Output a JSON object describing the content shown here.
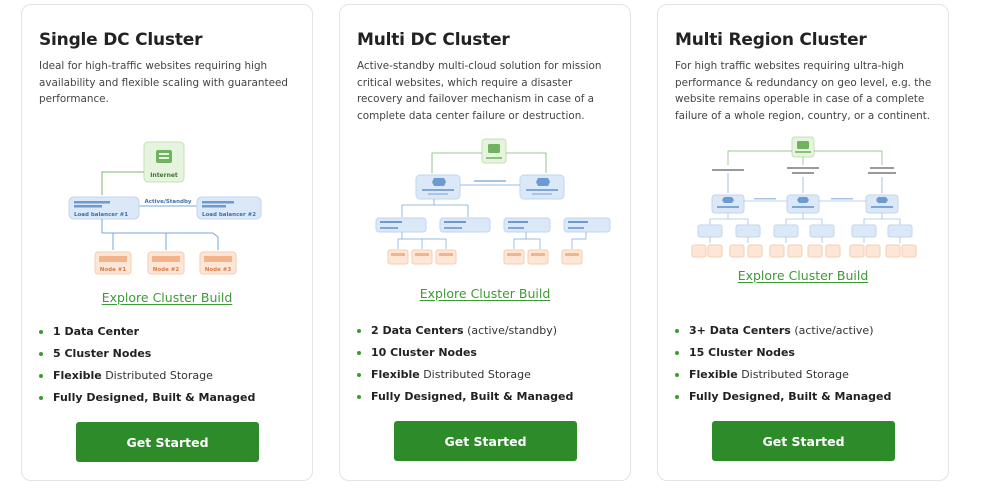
{
  "cards": [
    {
      "title": "Single DC Cluster",
      "description": "Ideal for high-traffic websites requiring high availability and flexible scaling with guaranteed performance.",
      "link": "Explore Cluster Build",
      "diagram": {
        "internet": "Internet",
        "mode": "Active/Standby",
        "lb1": "Load balancer #1",
        "lb2": "Load balancer #2",
        "nodes": [
          "Node #1",
          "Node #2",
          "Node #3"
        ]
      },
      "features": [
        {
          "bold": "1 Data Center",
          "rest": ""
        },
        {
          "bold": "5 Cluster Nodes",
          "rest": ""
        },
        {
          "bold": "Flexible",
          "rest": " Distributed Storage"
        },
        {
          "bold": "Fully Designed, Built & Managed",
          "rest": ""
        }
      ],
      "button": "Get Started"
    },
    {
      "title": "Multi DC Cluster",
      "description": "Active-standby multi-cloud solution for mission critical websites, which require a disaster recovery and failover mechanism in case of a complete data center failure or destruction.",
      "link": "Explore Cluster Build",
      "features": [
        {
          "bold": "2 Data Centers",
          "rest": " (active/standby)"
        },
        {
          "bold": "10 Cluster Nodes",
          "rest": ""
        },
        {
          "bold": "Flexible",
          "rest": " Distributed Storage"
        },
        {
          "bold": "Fully Designed, Built & Managed",
          "rest": ""
        }
      ],
      "button": "Get Started"
    },
    {
      "title": "Multi Region Cluster",
      "description": "For high traffic websites requiring ultra-high performance & redundancy on geo level, e.g. the website remains operable in case of a complete failure of a whole region, country, or a continent.",
      "link": "Explore Cluster Build",
      "features": [
        {
          "bold": "3+ Data Centers",
          "rest": " (active/active)"
        },
        {
          "bold": "15 Cluster Nodes",
          "rest": ""
        },
        {
          "bold": "Flexible",
          "rest": " Distributed Storage"
        },
        {
          "bold": "Fully Designed, Built & Managed",
          "rest": ""
        }
      ],
      "button": "Get Started"
    }
  ]
}
